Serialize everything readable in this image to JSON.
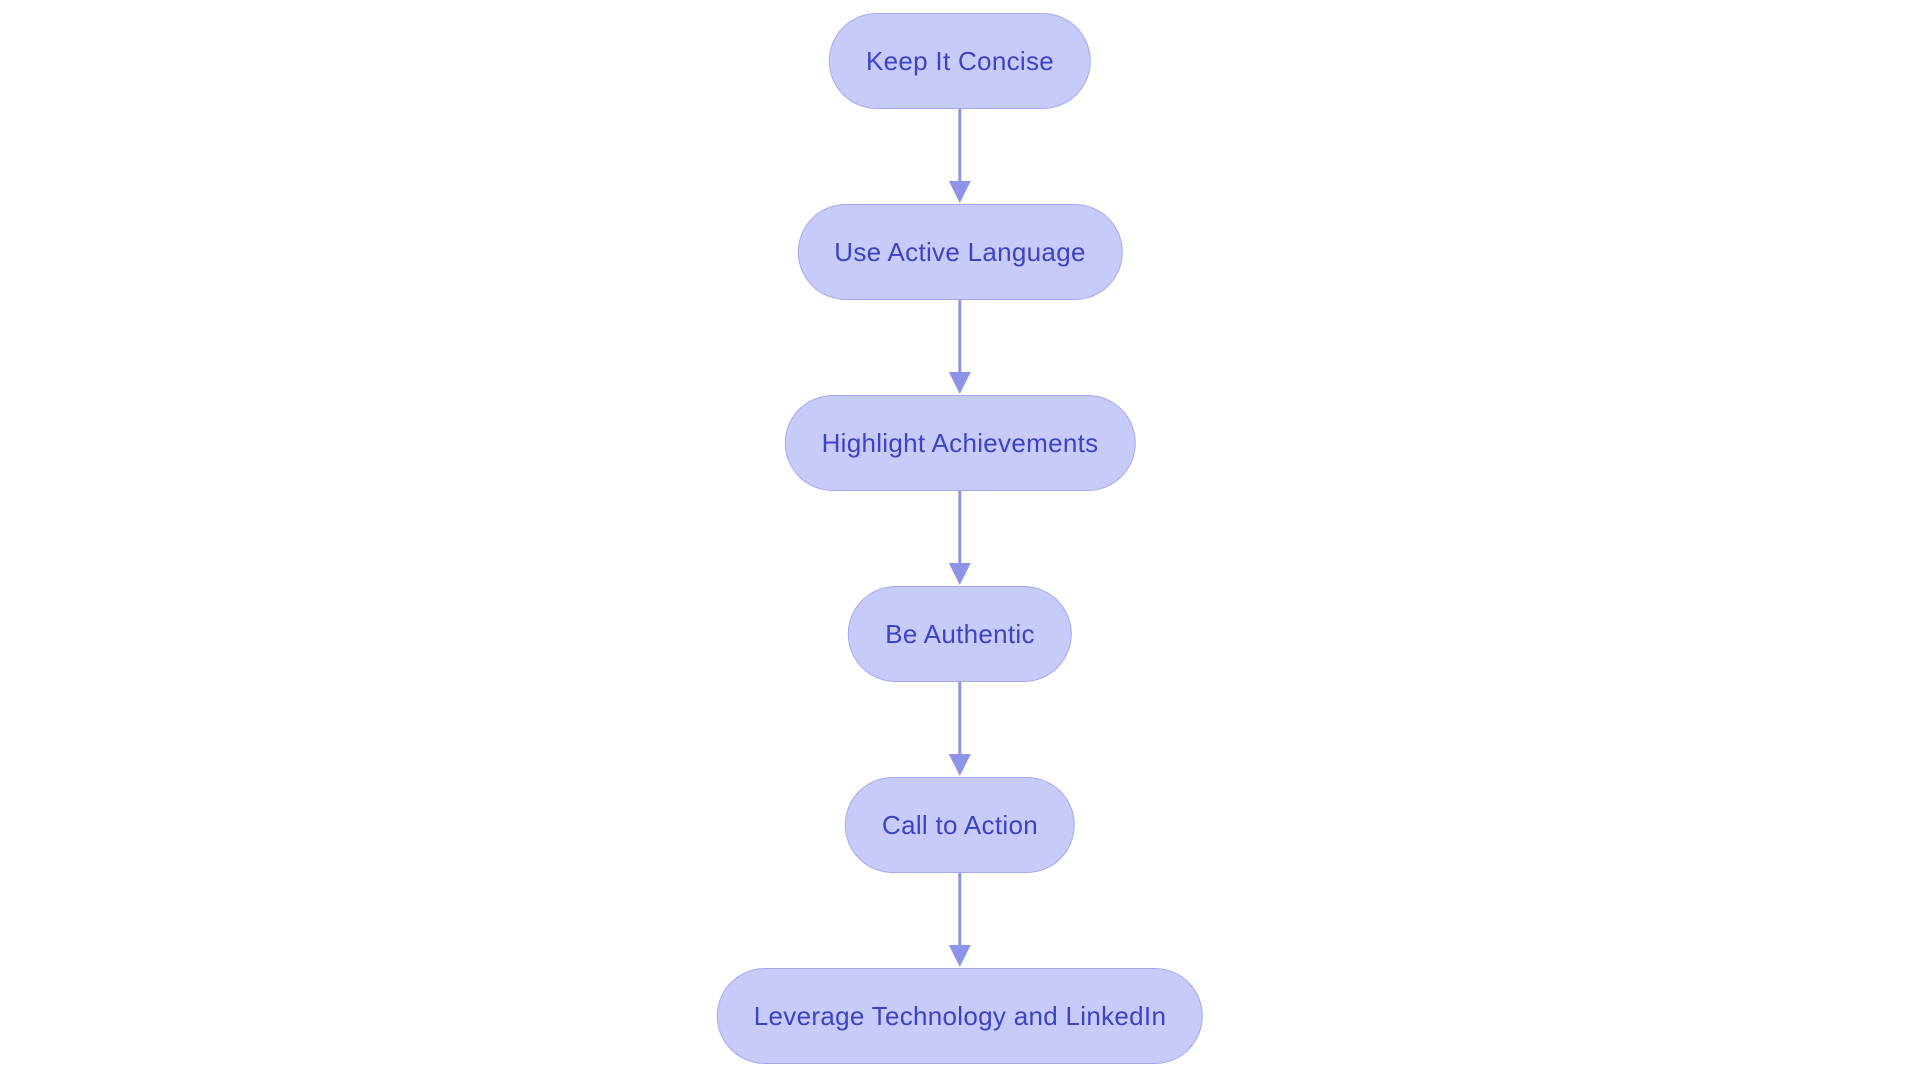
{
  "diagram": {
    "type": "flowchart",
    "direction": "top-down",
    "background_color": "#ffffff",
    "node_fill_color": "#c8cafa",
    "node_border_color": "#a4a9ed",
    "node_text_color": "#3c43c5",
    "arrow_color": "#8d93e9",
    "nodes": [
      {
        "label": "Keep It Concise"
      },
      {
        "label": "Use Active Language"
      },
      {
        "label": "Highlight Achievements"
      },
      {
        "label": "Be Authentic"
      },
      {
        "label": "Call to Action"
      },
      {
        "label": "Leverage Technology and LinkedIn"
      }
    ],
    "edges": [
      {
        "from": "Keep It Concise",
        "to": "Use Active Language"
      },
      {
        "from": "Use Active Language",
        "to": "Highlight Achievements"
      },
      {
        "from": "Highlight Achievements",
        "to": "Be Authentic"
      },
      {
        "from": "Be Authentic",
        "to": "Call to Action"
      },
      {
        "from": "Call to Action",
        "to": "Leverage Technology and LinkedIn"
      }
    ]
  }
}
